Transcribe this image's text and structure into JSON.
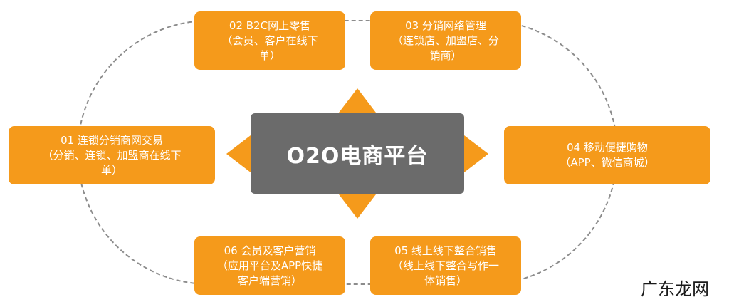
{
  "center_label": "O2O电商平台",
  "nodes": {
    "n01": {
      "line1": "01 连锁分销商网交易",
      "line2": "（分销、连锁、加盟商在线下",
      "line3": "单）"
    },
    "n02": {
      "line1": "02 B2C网上零售",
      "line2": "（会员、客户在线下",
      "line3": "单）"
    },
    "n03": {
      "line1": "03 分销网络管理",
      "line2": "（连锁店、加盟店、分",
      "line3": "销商）"
    },
    "n04": {
      "line1": "04 移动便捷购物",
      "line2": "（APP、微信商城）"
    },
    "n05": {
      "line1": "05 线上线下整合销售",
      "line2": "（线上线下整合写作一",
      "line3": "体销售）"
    },
    "n06": {
      "line1": "06 会员及客户营销",
      "line2": "（应用平台及APP快捷",
      "line3": "客户端营销）"
    }
  },
  "watermark": "广东龙网",
  "colors": {
    "node_fill": "#f59a1b",
    "center_fill": "#6b6b6b",
    "ring": "#8c8c8c"
  }
}
